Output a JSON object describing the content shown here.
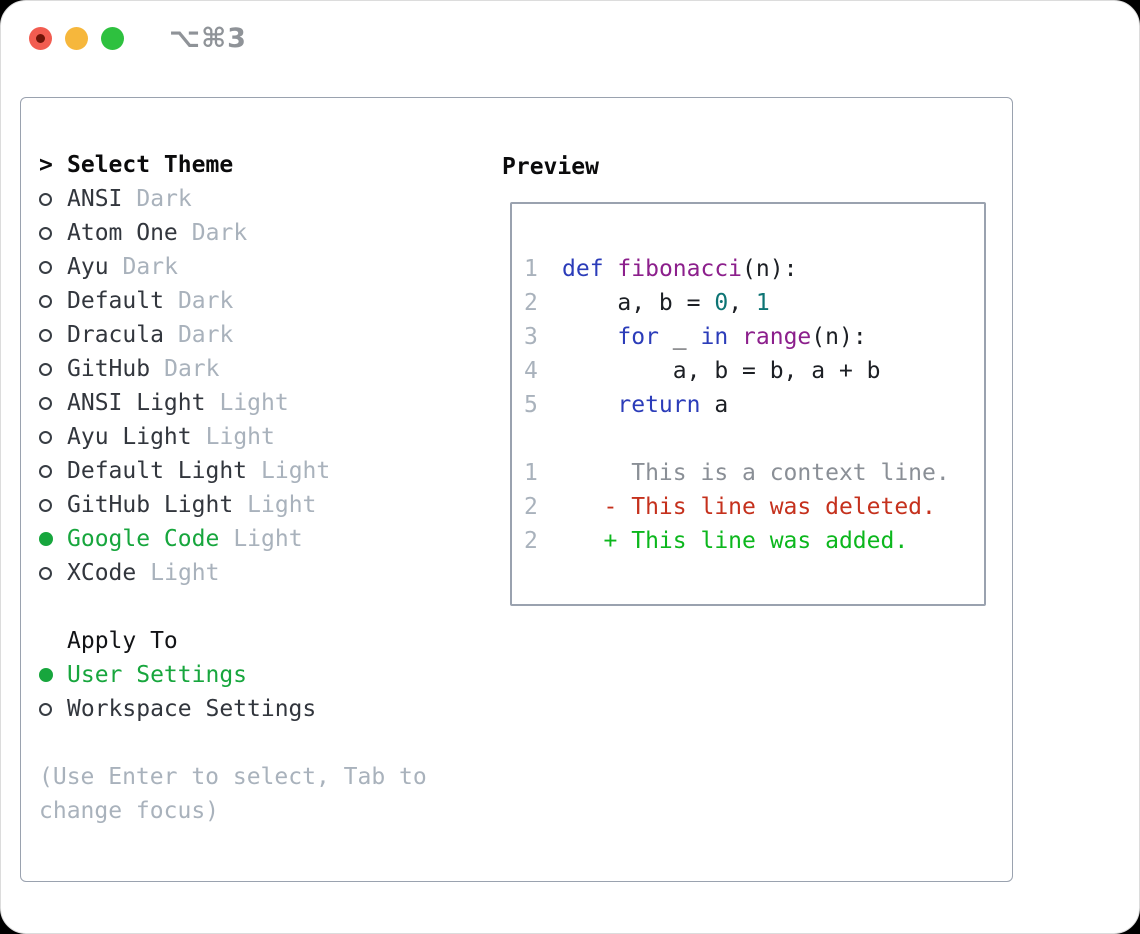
{
  "window": {
    "shortcut_label": "⌥⌘3",
    "traffic_lights": [
      {
        "name": "close",
        "color": "#f25c50",
        "has_inner_dot": true,
        "inner_dot_color": "#6f1408"
      },
      {
        "name": "minimize",
        "color": "#f6b73c",
        "has_inner_dot": false
      },
      {
        "name": "zoom",
        "color": "#2ec13f",
        "has_inner_dot": false
      }
    ]
  },
  "sidebar": {
    "header": {
      "marker": ">",
      "label": "Select Theme"
    },
    "themes": [
      {
        "name": "ANSI",
        "variant": "Dark",
        "selected": false
      },
      {
        "name": "Atom One",
        "variant": "Dark",
        "selected": false
      },
      {
        "name": "Ayu",
        "variant": "Dark",
        "selected": false
      },
      {
        "name": "Default",
        "variant": "Dark",
        "selected": false
      },
      {
        "name": "Dracula",
        "variant": "Dark",
        "selected": false
      },
      {
        "name": "GitHub",
        "variant": "Dark",
        "selected": false
      },
      {
        "name": "ANSI Light",
        "variant": "Light",
        "selected": false
      },
      {
        "name": "Ayu Light",
        "variant": "Light",
        "selected": false
      },
      {
        "name": "Default Light",
        "variant": "Light",
        "selected": false
      },
      {
        "name": "GitHub Light",
        "variant": "Light",
        "selected": false
      },
      {
        "name": "Google Code",
        "variant": "Light",
        "selected": true
      },
      {
        "name": "XCode",
        "variant": "Light",
        "selected": false
      }
    ],
    "apply_to": {
      "label": "Apply To",
      "options": [
        {
          "label": "User Settings",
          "selected": true
        },
        {
          "label": "Workspace Settings",
          "selected": false
        }
      ]
    },
    "help_text": "(Use Enter to select, Tab to change focus)"
  },
  "preview": {
    "title": "Preview",
    "code_lines": [
      {
        "num": "1",
        "tokens": [
          {
            "text": "def",
            "type": "keyword"
          },
          {
            "text": " ",
            "type": "plain"
          },
          {
            "text": "fibonacci",
            "type": "function"
          },
          {
            "text": "(n):",
            "type": "plain"
          }
        ]
      },
      {
        "num": "2",
        "tokens": [
          {
            "text": "    a, b = ",
            "type": "plain"
          },
          {
            "text": "0",
            "type": "number"
          },
          {
            "text": ", ",
            "type": "plain"
          },
          {
            "text": "1",
            "type": "number"
          }
        ]
      },
      {
        "num": "3",
        "tokens": [
          {
            "text": "    ",
            "type": "plain"
          },
          {
            "text": "for",
            "type": "keyword"
          },
          {
            "text": " _ ",
            "type": "plain"
          },
          {
            "text": "in",
            "type": "keyword"
          },
          {
            "text": " ",
            "type": "plain"
          },
          {
            "text": "range",
            "type": "function"
          },
          {
            "text": "(n):",
            "type": "plain"
          }
        ]
      },
      {
        "num": "4",
        "tokens": [
          {
            "text": "        a, b = b, a + b",
            "type": "plain"
          }
        ]
      },
      {
        "num": "5",
        "tokens": [
          {
            "text": "    ",
            "type": "plain"
          },
          {
            "text": "return",
            "type": "keyword"
          },
          {
            "text": " a",
            "type": "plain"
          }
        ]
      }
    ],
    "diff_lines": [
      {
        "num": "1",
        "marker": "",
        "text": "This is a context line.",
        "type": "context"
      },
      {
        "num": "2",
        "marker": "-",
        "text": "This line was deleted.",
        "type": "deleted"
      },
      {
        "num": "2",
        "marker": "+",
        "text": "This line was added.",
        "type": "added"
      }
    ]
  },
  "colors": {
    "selection_green": "#17a63d",
    "added_green": "#0cb71d",
    "deleted_red": "#c5311d",
    "context_gray": "#8a8f96",
    "muted_gray": "#a9b2bc",
    "keyword_blue": "#2b3cb9",
    "function_purple": "#8c1f8c",
    "number_teal": "#0d7474",
    "border_gray": "#9aa2af"
  }
}
